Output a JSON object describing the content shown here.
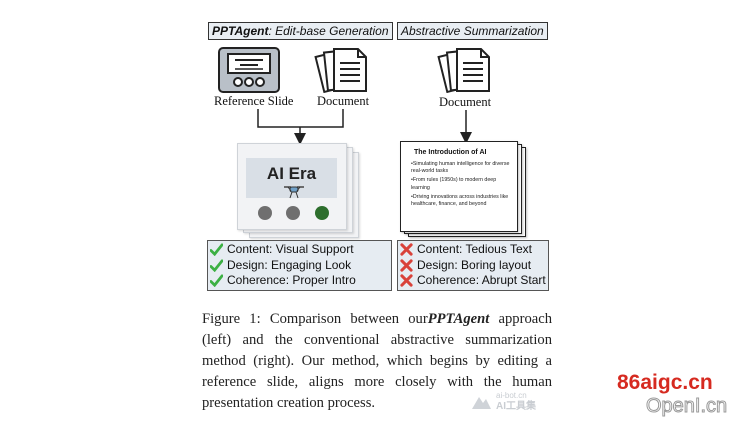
{
  "left_header": {
    "bold": "PPTAgent",
    "rest": ": Edit-base Generation"
  },
  "right_header": "Abstractive Summarization",
  "labels": {
    "reference_slide": "Reference Slide",
    "document_left": "Document",
    "document_right": "Document"
  },
  "ai_slide": {
    "title": "AI Era"
  },
  "summary_slide": {
    "title": "The Introduction of AI",
    "bullets": [
      "•Simulating human intelligence for diverse real-world tasks",
      "•From rules (1950s) to modern deep learning",
      "•Driving innovations across industries like healthcare, finance, and beyond"
    ]
  },
  "left_results": [
    "Content: Visual Support",
    "Design: Engaging Look",
    "Coherence: Proper Intro"
  ],
  "right_results": [
    "Content: Tedious Text",
    "Design: Boring layout",
    "Coherence: Abrupt Start"
  ],
  "caption": {
    "part1": "Figure 1: Comparison between our",
    "emph": "PPTAgent",
    "part2": " approach (left) and the conventional abstractive summarization method (right). Our method, which begins by editing a reference slide, aligns more closely with the human presentation creation process."
  },
  "watermarks": {
    "center_top": "ai-bot.cn",
    "center_bottom": "AI工具集",
    "right_red": "86aigc.cn",
    "right_gray": "OpenI.cn"
  },
  "colors": {
    "check_green": "#3cb043",
    "cross_red": "#d9423a",
    "slide_gray_dot": "#6f6f6f",
    "slide_green_dot": "#2d6e2d",
    "watermark_red": "#d62a20"
  }
}
